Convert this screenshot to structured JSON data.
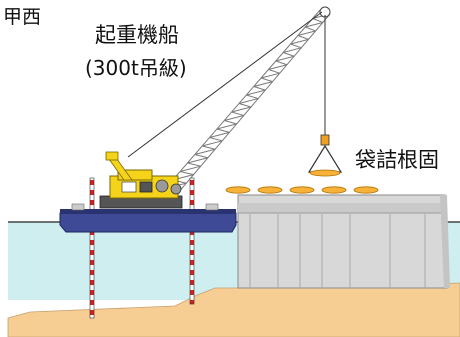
{
  "labels": {
    "section": "甲西",
    "vessel": "起重機船",
    "capacity": "(300t吊級)",
    "material": "袋詰根固"
  },
  "colors": {
    "sea": "#cfeef0",
    "seabed": "#f6cd92",
    "barge_deck": "#3f4a96",
    "crane_body": "#f4d31a",
    "quay_block": "#d7d7d7",
    "bag_fill": "#f7b23a",
    "hook": "#f0a020"
  },
  "icons": {
    "crane": "lattice-boom-crane",
    "hook": "crane-hook-icon",
    "bags": "sandbag-icon"
  }
}
